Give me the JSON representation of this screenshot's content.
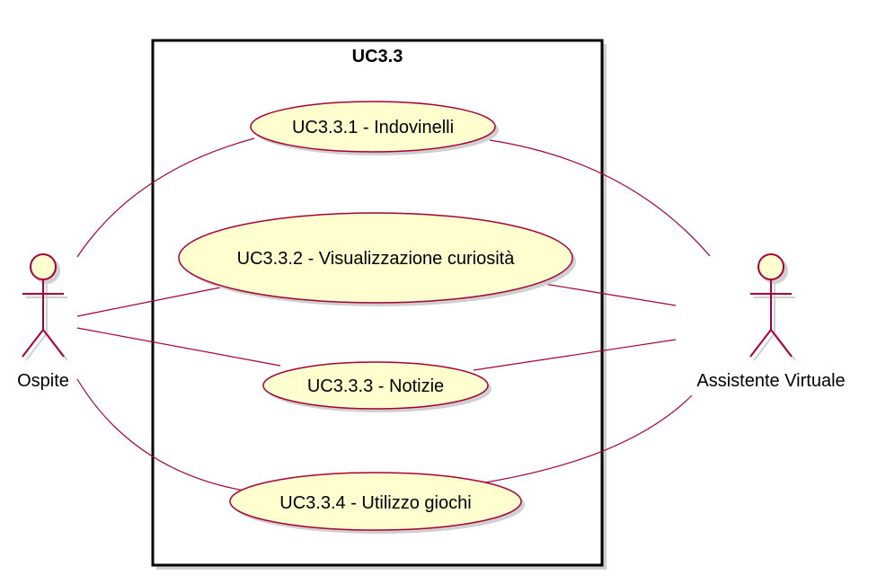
{
  "system": {
    "title": "UC3.3"
  },
  "actors": {
    "guest": {
      "label": "Ospite"
    },
    "assistant": {
      "label": "Assistente Virtuale"
    }
  },
  "use_cases": [
    {
      "label": "UC3.3.1 - Indovinelli"
    },
    {
      "label": "UC3.3.2 - Visualizzazione curiosità"
    },
    {
      "label": "UC3.3.3 - Notizie"
    },
    {
      "label": "UC3.3.4 - Utilizzo giochi"
    }
  ],
  "associations": [
    {
      "actor": "Ospite",
      "use_case": "UC3.3.1 - Indovinelli"
    },
    {
      "actor": "Ospite",
      "use_case": "UC3.3.2 - Visualizzazione curiosità"
    },
    {
      "actor": "Ospite",
      "use_case": "UC3.3.3 - Notizie"
    },
    {
      "actor": "Ospite",
      "use_case": "UC3.3.4 - Utilizzo giochi"
    },
    {
      "actor": "Assistente Virtuale",
      "use_case": "UC3.3.1 - Indovinelli"
    },
    {
      "actor": "Assistente Virtuale",
      "use_case": "UC3.3.2 - Visualizzazione curiosità"
    },
    {
      "actor": "Assistente Virtuale",
      "use_case": "UC3.3.3 - Notizie"
    },
    {
      "actor": "Assistente Virtuale",
      "use_case": "UC3.3.4 - Utilizzo giochi"
    }
  ],
  "colors": {
    "line": "#A80036",
    "fill": "#FEFECE",
    "border": "#000000",
    "shadow": "#D0D0D0"
  }
}
